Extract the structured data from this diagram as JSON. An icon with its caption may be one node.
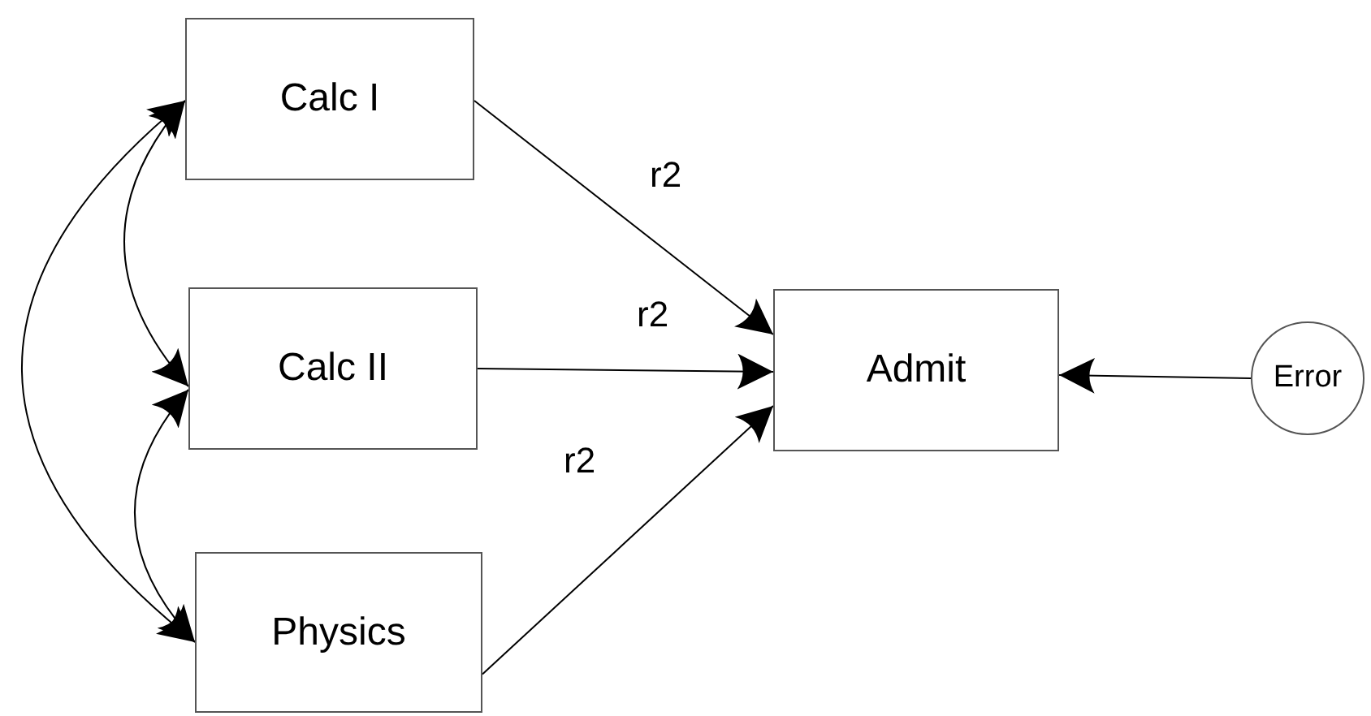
{
  "diagram": {
    "nodes": [
      {
        "text": [
          "Calc I"
        ]
      },
      {
        "text": [
          "Calc II"
        ]
      },
      {
        "text": [
          "Physics"
        ]
      },
      {
        "text": [
          "Admit"
        ]
      },
      {
        "text": [
          "Error"
        ]
      }
    ],
    "edges": [
      {
        "from": 0,
        "to": 3,
        "arrow": "to",
        "label": "r2"
      },
      {
        "from": 1,
        "to": 3,
        "arrow": "to",
        "label": "r2"
      },
      {
        "from": 2,
        "to": 3,
        "arrow": "to",
        "label": "r2"
      },
      {
        "from": 4,
        "to": 3,
        "arrow": "to"
      },
      {
        "from": 0,
        "to": 1,
        "arrow": "both"
      },
      {
        "from": 1,
        "to": 2,
        "arrow": "both"
      },
      {
        "from": 0,
        "to": 2,
        "arrow": "both"
      }
    ]
  }
}
